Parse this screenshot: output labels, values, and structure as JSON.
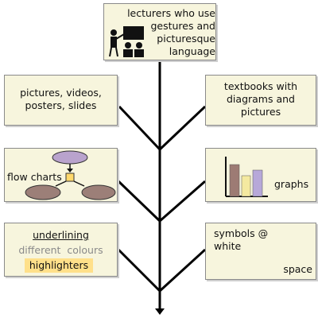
{
  "top_box": {
    "lines": [
      "lecturers who use",
      "gestures and",
      "picturesque",
      "language"
    ],
    "icon": "lecturer-with-audience-icon"
  },
  "left_boxes": {
    "media": [
      "pictures, videos,",
      "posters, slides"
    ],
    "flow": {
      "label": "flow charts",
      "icon": "flowchart-icon"
    },
    "emphasis": {
      "underline": "underlining",
      "colours": "different  colours",
      "highlight": "highlighters"
    }
  },
  "right_boxes": {
    "textbooks": [
      "textbooks with",
      "diagrams and",
      "pictures"
    ],
    "graphs": {
      "label": "graphs",
      "icon": "bar-graph-icon"
    },
    "symbols": {
      "lines": [
        "symbols @",
        "white"
      ],
      "tail": "space"
    }
  },
  "colors": {
    "box_fill": "#f7f5dd",
    "ellipse": "#b9a3cd",
    "ellipse_dark": "#9c7f78",
    "bar_1": "#9d7b74",
    "bar_2": "#f4e9a0",
    "bar_3": "#b7a8d9",
    "highlight": "#ffe08a"
  }
}
